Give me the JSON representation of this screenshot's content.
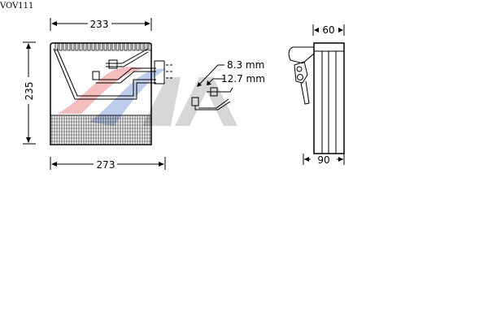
{
  "part_code": "VOV111",
  "dimensions": {
    "top_width": "233",
    "height": "235",
    "bottom_width": "273",
    "pipe_small": "8.3 mm",
    "pipe_large": "12.7 mm",
    "side_depth_top": "60",
    "side_depth_bottom": "90"
  },
  "watermark": "AVA",
  "colors": {
    "logo_red": "#f4b0b0",
    "logo_blue": "#a9bfe6",
    "logo_gray": "#d0d0d0"
  }
}
